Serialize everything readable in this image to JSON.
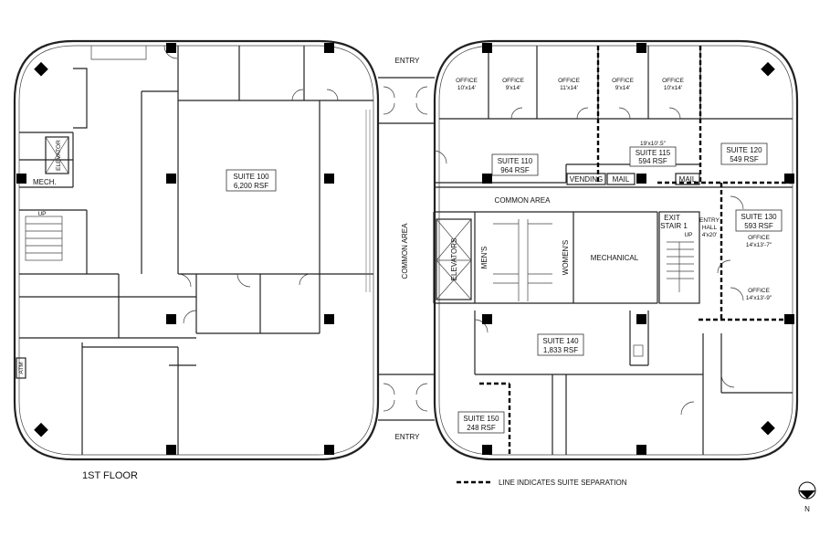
{
  "floor_label": "1ST FLOOR",
  "legend_text": "LINE INDICATES SUITE SEPARATION",
  "north_label": "N",
  "entry_top": "ENTRY",
  "entry_bottom": "ENTRY",
  "common_area_vertical": "COMMON AREA",
  "common_area_horizontal": "COMMON AREA",
  "suites": {
    "s100": {
      "name": "SUITE 100",
      "area": "6,200 RSF"
    },
    "s110": {
      "name": "SUITE 110",
      "area": "964 RSF"
    },
    "s115": {
      "dims": "19'x10'.5\"",
      "name": "SUITE 115",
      "area": "594 RSF"
    },
    "s120": {
      "name": "SUITE 120",
      "area": "549 RSF"
    },
    "s130": {
      "name": "SUITE 130",
      "area": "593 RSF"
    },
    "s140": {
      "name": "SUITE 140",
      "area": "1,833 RSF"
    },
    "s150": {
      "name": "SUITE 150",
      "area": "248 RSF"
    }
  },
  "offices": [
    {
      "label": "OFFICE",
      "dims": "10'x14'"
    },
    {
      "label": "OFFICE",
      "dims": "9'x14'"
    },
    {
      "label": "OFFICE",
      "dims": "11'x14'"
    },
    {
      "label": "OFFICE",
      "dims": "9'x14'"
    },
    {
      "label": "OFFICE",
      "dims": "10'x14'"
    },
    {
      "label": "OFFICE",
      "dims": "14'x13'-7\""
    },
    {
      "label": "OFFICE",
      "dims": "14'x13'-9\""
    }
  ],
  "rooms": {
    "mech_left": "MECH.",
    "elevator_left": "ELEVATOR",
    "up_left": "UP",
    "atm": "ATM",
    "vending": "VENDING",
    "mail1": "MAIL",
    "mail2": "MAIL",
    "elevators": "ELEVATORS",
    "mens": "MEN'S",
    "womens": "WOMEN'S",
    "mechanical": "MECHANICAL",
    "exit": "EXIT",
    "stair": "STAIR 1",
    "up_right": "UP",
    "entry_hall_1": "ENTRY",
    "entry_hall_2": "HALL",
    "entry_hall_dims": "4'x20'"
  }
}
